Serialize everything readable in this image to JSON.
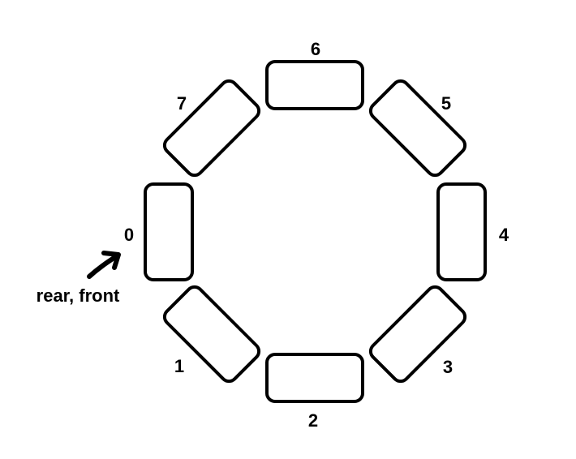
{
  "queue": {
    "slots": [
      {
        "index": "0"
      },
      {
        "index": "1"
      },
      {
        "index": "2"
      },
      {
        "index": "3"
      },
      {
        "index": "4"
      },
      {
        "index": "5"
      },
      {
        "index": "6"
      },
      {
        "index": "7"
      }
    ],
    "pointer": {
      "label": "rear, front",
      "target_slot": "0"
    }
  },
  "style": {
    "stroke_color": "#000000",
    "background": "#ffffff"
  }
}
